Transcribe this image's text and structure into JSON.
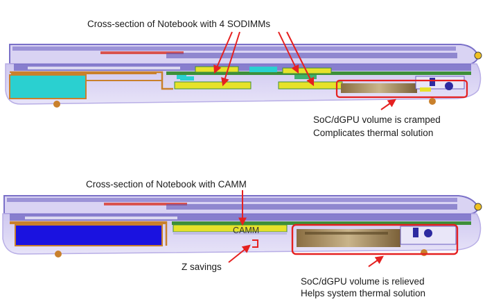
{
  "top": {
    "title": "Cross-section of Notebook with 4 SODIMMs",
    "callout_line1": "SoC/dGPU volume is cramped",
    "callout_line2": "Complicates thermal solution"
  },
  "bottom": {
    "title": "Cross-section of Notebook with CAMM",
    "module_label": "CAMM",
    "z_label": "Z savings",
    "callout_line1": "SoC/dGPU volume is relieved",
    "callout_line2": "Helps system thermal solution"
  },
  "colors": {
    "annotation_red": "#e52020",
    "chassis_purple": "#7a70c8",
    "shell_lavender": "#d6d0f2",
    "shell_edge": "#b8aee6",
    "board_green": "#3e8f3a",
    "bracket_orange": "#c9802c",
    "sodimm_yellow": "#e6e22a",
    "battery_cyan": "#2ad0d0",
    "battery_blue": "#1a12e0",
    "heatpipe_brown": "#8a6e42"
  }
}
